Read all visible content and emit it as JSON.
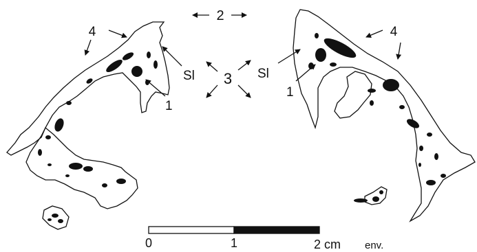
{
  "labels": {
    "two": "2",
    "three": "3",
    "one_left": "1",
    "one_right": "1",
    "four_left": "4",
    "four_right": "4",
    "sl_left": "Sl",
    "sl_right": "Sl"
  },
  "scale_bar": {
    "tick_0": "0",
    "tick_1": "1",
    "tick_2": "2 cm",
    "suffix": "env."
  },
  "colors": {
    "ink": "#111111",
    "paper": "#ffffff"
  }
}
